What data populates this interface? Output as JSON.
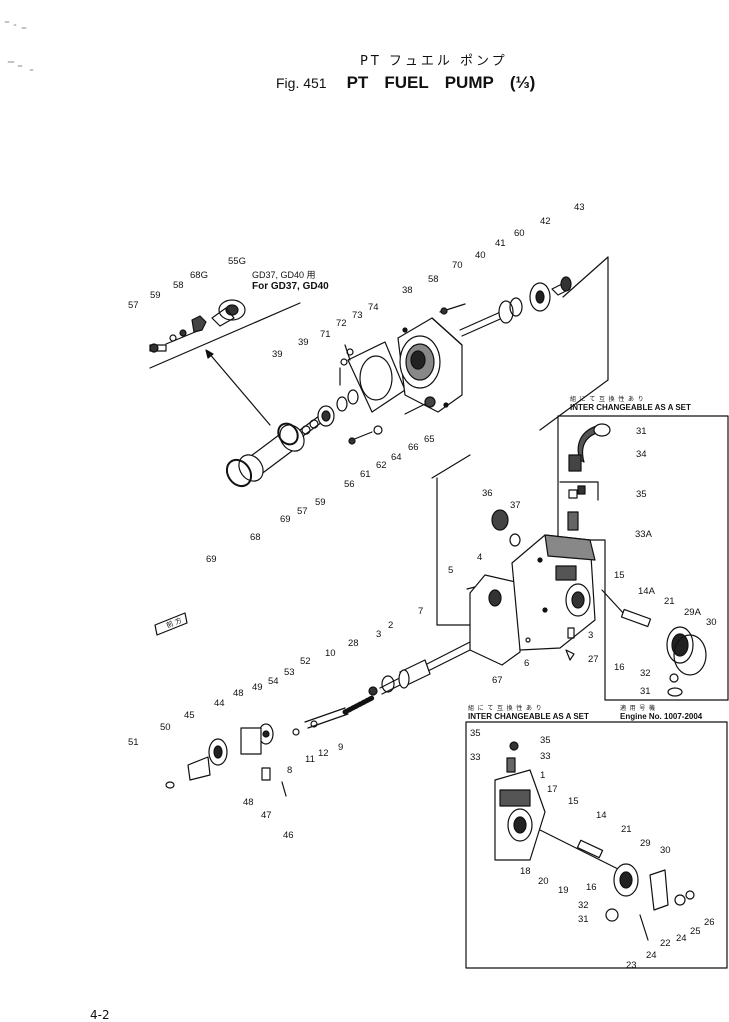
{
  "title": {
    "jp": "PT フュエル ポンプ",
    "figure": "Fig. 451",
    "main": [
      "PT",
      "FUEL",
      "PUMP",
      "(⅓)"
    ]
  },
  "notes": {
    "gd_jp": "GD37, GD40 用",
    "gd_en": "For GD37, GD40",
    "box1_jp": "組 に て 互 換 性 あ り",
    "box1_en": "INTER CHANGEABLE AS A SET",
    "box2_jp": "組 に て 互 換 性 あ り",
    "box2_en": "INTER CHANGEABLE AS A SET",
    "engine_jp": "適 用 号 機",
    "engine_en": "Engine No. 1007-2004",
    "arrow_jp": "前 方",
    "page": "4-2"
  },
  "callouts": [
    "57",
    "59",
    "58",
    "68G",
    "55G",
    "38",
    "58",
    "70",
    "40",
    "41",
    "60",
    "42",
    "43",
    "74",
    "73",
    "72",
    "71",
    "39",
    "39",
    "69",
    "68",
    "69",
    "57",
    "59",
    "56",
    "61",
    "62",
    "64",
    "66",
    "65",
    "31",
    "34",
    "35",
    "33A",
    "36",
    "37",
    "5",
    "4",
    "7",
    "3",
    "2",
    "28",
    "10",
    "52",
    "53",
    "54",
    "49",
    "48",
    "44",
    "45",
    "50",
    "51",
    "8",
    "11",
    "12",
    "9",
    "48",
    "47",
    "46",
    "67",
    "6",
    "3",
    "27",
    "15",
    "14A",
    "21",
    "29A",
    "30",
    "16",
    "32",
    "31",
    "35",
    "35",
    "33",
    "33",
    "1",
    "17",
    "15",
    "14",
    "21",
    "29",
    "30",
    "18",
    "20",
    "19",
    "16",
    "32",
    "31",
    "23",
    "24",
    "22",
    "24",
    "25",
    "26"
  ]
}
